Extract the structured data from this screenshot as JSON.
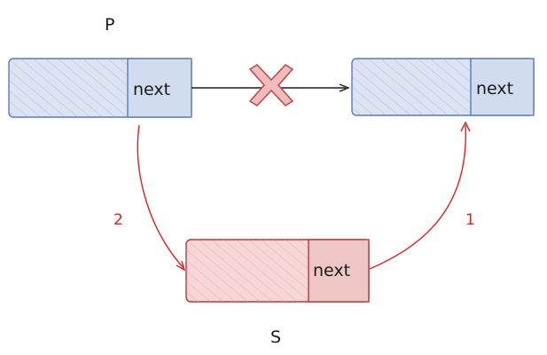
{
  "nodes": {
    "p": {
      "label": "P",
      "field": "next"
    },
    "q": {
      "field": "next"
    },
    "s": {
      "label": "S",
      "field": "next"
    }
  },
  "steps": {
    "step1": "1",
    "step2": "2"
  },
  "colors": {
    "blue_fill": "#dce4f2",
    "blue_stroke": "#5b7ab8",
    "red_fill": "#f6d6d6",
    "red_stroke": "#b03a3a",
    "arrow_red": "#e02020",
    "cross_fill": "#f2bcbc",
    "cross_stroke": "#c04848",
    "black": "#1a1a1a"
  }
}
